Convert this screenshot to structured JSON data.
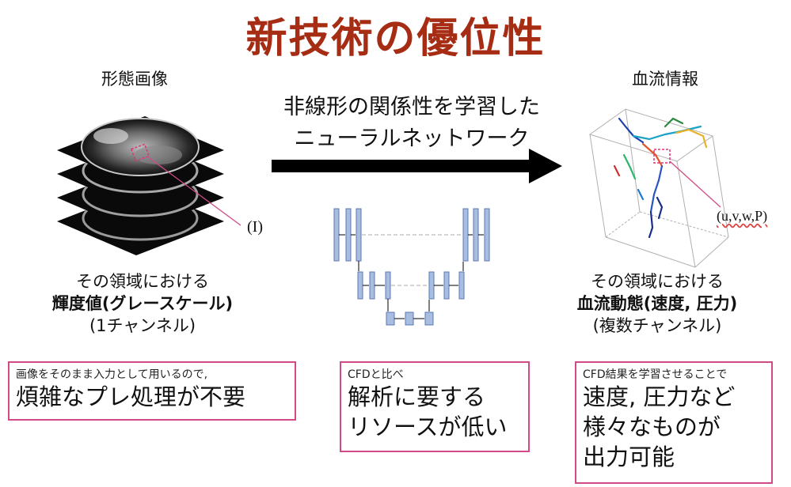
{
  "title": "新技術の優位性",
  "left": {
    "label": "形態画像",
    "callout": "(I)",
    "desc_line1": "その領域における",
    "desc_line2": "輝度値(グレースケール)",
    "desc_line3": "(1チャンネル)"
  },
  "center": {
    "line1": "非線形の関係性を学習した",
    "line2": "ニューラルネットワーク"
  },
  "right": {
    "label": "血流情報",
    "callout": "(u,v,w,P)",
    "desc_line1": "その領域における",
    "desc_line2": "血流動態(速度, 圧力)",
    "desc_line3": "(複数チャンネル)"
  },
  "boxes": [
    {
      "small": "画像をそのまま入力として用いるので,",
      "big_lines": [
        "煩雑なプレ処理が不要"
      ]
    },
    {
      "small": "CFDと比べ",
      "big_lines": [
        "解析に要する",
        "リソースが低い"
      ]
    },
    {
      "small": "CFD結果を学習させることで",
      "big_lines": [
        "速度, 圧力など",
        "様々なものが",
        "出力可能"
      ]
    }
  ],
  "colors": {
    "title": "#a62d14",
    "highlight": "#d04a86",
    "unet_block": "#a9bde0"
  }
}
